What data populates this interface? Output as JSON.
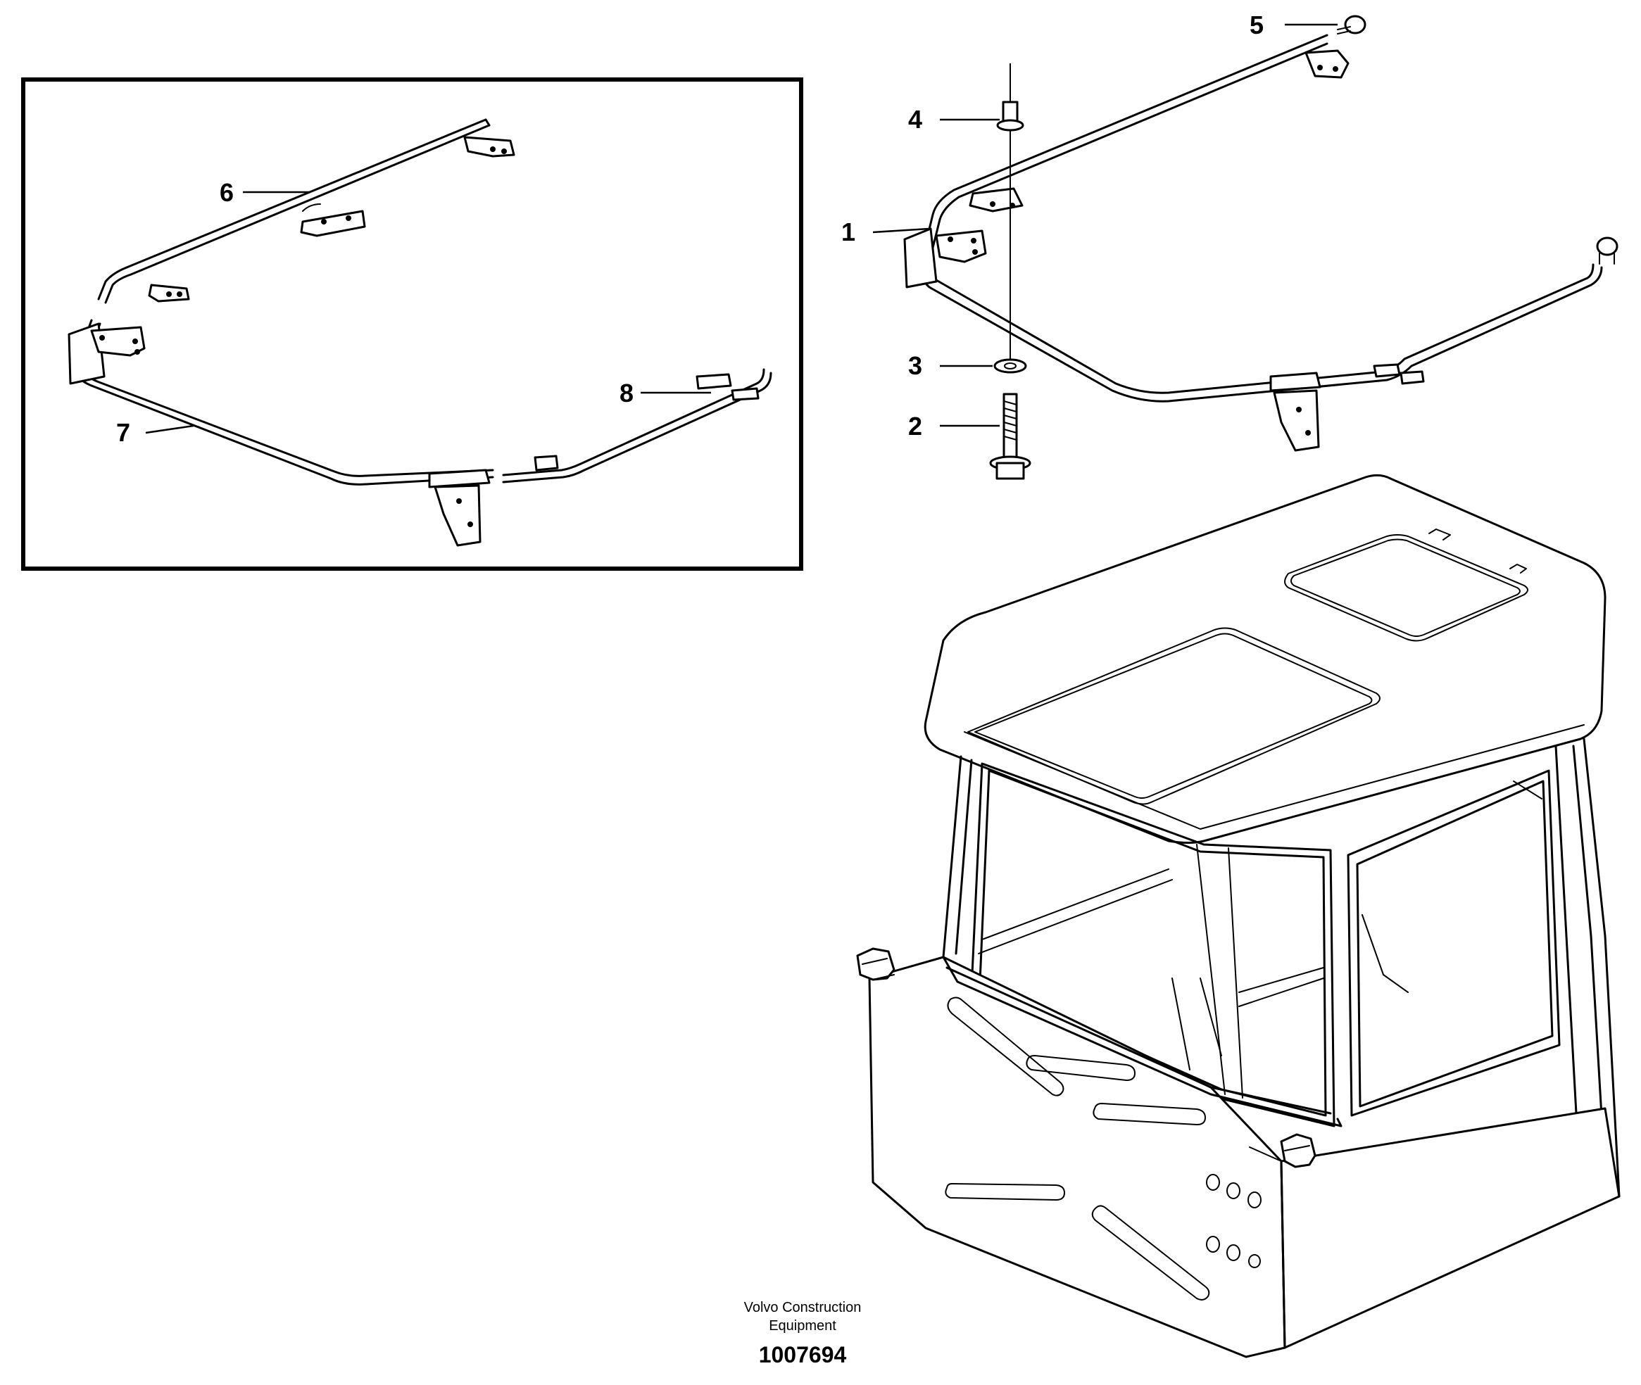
{
  "inset": {
    "callouts": {
      "c6": "6",
      "c7": "7",
      "c8": "8"
    }
  },
  "main": {
    "callouts": {
      "c1": "1",
      "c2": "2",
      "c3": "3",
      "c4": "4",
      "c5": "5"
    }
  },
  "footer": {
    "company_line1": "Volvo Construction",
    "company_line2": "Equipment",
    "drawing_number": "1007694"
  }
}
